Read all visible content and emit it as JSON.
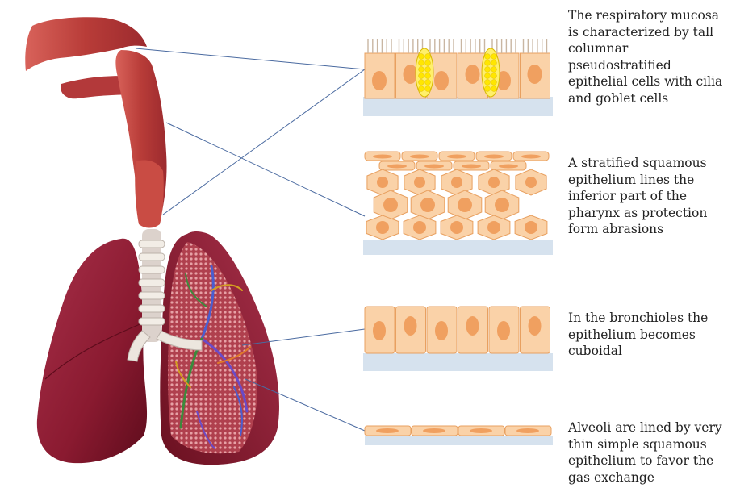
{
  "captions": {
    "respiratory_mucosa": "The respiratory mucosa\nis characterized by tall\ncolumnar\npseudostratified\nepithelial cells with cilia\nand goblet cells",
    "pharynx": "A stratified squamous\nepithelium lines the\ninferior part of  the\npharynx as protection\nform abrasions",
    "bronchioles": "In the bronchioles the\nepithelium becomes\ncuboidal",
    "alveoli": "Alveoli are lined by very\nthin simple squamous\nepithelium to favor the\ngas exchange"
  },
  "colors": {
    "cell_fill": "#fad2a8",
    "cell_stroke": "#e8a060",
    "nucleus": "#f0a060",
    "basement": "#d6e2ee",
    "goblet": "#ffe600",
    "leader_line": "#4a6aa0",
    "lung": "#8e1e34",
    "lung_dark": "#5e0c1c",
    "trachea": "#c8453e",
    "cartilage": "#ece8e2"
  },
  "icons": [
    "respiratory-tract-illustration",
    "ciliated-cell",
    "goblet-cell",
    "squamous-cell",
    "cuboidal-cell"
  ]
}
